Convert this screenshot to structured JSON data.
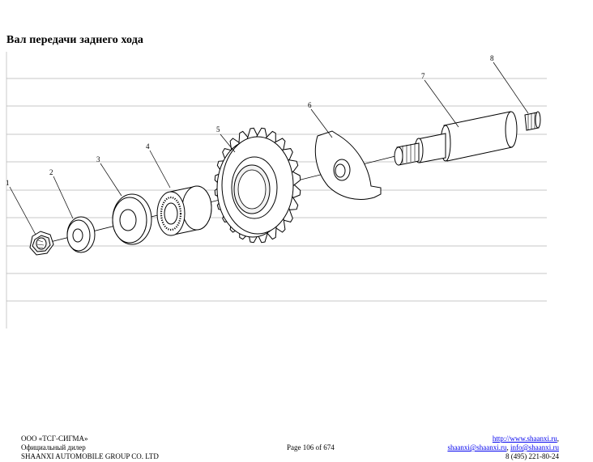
{
  "page": {
    "title": "Вал передачи заднего хода"
  },
  "diagram": {
    "callouts": [
      "1",
      "2",
      "3",
      "4",
      "5",
      "6",
      "7",
      "8"
    ],
    "parts": [
      {
        "number": "1",
        "name": "nut"
      },
      {
        "number": "2",
        "name": "washer"
      },
      {
        "number": "3",
        "name": "thrust-washer"
      },
      {
        "number": "4",
        "name": "needle-bearing"
      },
      {
        "number": "5",
        "name": "gear"
      },
      {
        "number": "6",
        "name": "lock-plate"
      },
      {
        "number": "7",
        "name": "shaft"
      },
      {
        "number": "8",
        "name": "plug"
      }
    ],
    "grid": true,
    "line_color": "#000000",
    "grid_color": "#b5b5b5"
  },
  "footer": {
    "company": "ООО «ТСГ-СИГМА»",
    "role": "Официальный дилер",
    "brand": "SHAANXI AUTOMOBILE GROUP CO. LTD",
    "page": "Page 106 of 674",
    "website": "http://www.shaanxi.ru",
    "website_sep": ",",
    "email1": "shaanxi@shaanxi.ru",
    "email_sep": ", ",
    "email2": "info@shaanxi.ru",
    "phone": "8 (495) 221-80-24"
  }
}
